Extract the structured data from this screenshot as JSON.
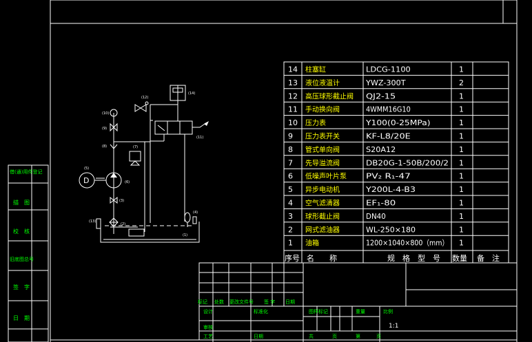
{
  "parts_table": {
    "rows": [
      {
        "no": "14",
        "name": "柱塞缸",
        "spec": "LDCG-1100",
        "qty": "1"
      },
      {
        "no": "13",
        "name": "液位液温计",
        "spec": "YWZ-300T",
        "qty": "2"
      },
      {
        "no": "12",
        "name": "高压球形截止阀",
        "spec": "QJ2-15",
        "qty": "1"
      },
      {
        "no": "11",
        "name": "手动换向阀",
        "spec": "4WMM16G10",
        "qty": "1"
      },
      {
        "no": "10",
        "name": "压力表",
        "spec": "Y100(0-25MPa)",
        "qty": "1"
      },
      {
        "no": "9",
        "name": "压力表开关",
        "spec": "KF-L8/20E",
        "qty": "1"
      },
      {
        "no": "8",
        "name": "管式单向阀",
        "spec": "S20A12",
        "qty": "1"
      },
      {
        "no": "7",
        "name": "先导溢流阀",
        "spec": "DB20G-1-50B/200/2",
        "qty": "1"
      },
      {
        "no": "6",
        "name": "低噪声叶片泵",
        "spec": "PV₂ R₁-47",
        "qty": "1"
      },
      {
        "no": "5",
        "name": "异步电动机",
        "spec": "Y200L-4-B3",
        "qty": "1"
      },
      {
        "no": "4",
        "name": "空气滤清器",
        "spec": "EF₁-80",
        "qty": "1"
      },
      {
        "no": "3",
        "name": "球形截止阀",
        "spec": "DN40",
        "qty": "1"
      },
      {
        "no": "2",
        "name": "网式滤油器",
        "spec": "WL-250×180",
        "qty": "1"
      },
      {
        "no": "1",
        "name": "油箱",
        "spec": "1200×1040×800（mm）",
        "qty": "1"
      }
    ],
    "headers": {
      "no": "序号",
      "name": "名　　称",
      "spec": "规　格　型　号",
      "qty": "数量",
      "note": "备　注"
    }
  },
  "left_strip": [
    "借(通)用件登记",
    "描　图",
    "校　核",
    "旧底图总号",
    "签　字",
    "日　期"
  ],
  "title_block": {
    "sign_row": [
      "标记",
      "处数",
      "更改文件号",
      "签 字",
      "日期"
    ],
    "labels": [
      "设计",
      "标准化",
      "图样标记",
      "重量",
      "比例",
      "审核",
      "工艺",
      "日期",
      "共",
      "页",
      "第",
      "页"
    ],
    "scale": "1:1"
  },
  "diagram_labels": {
    "tag_14": "(14)",
    "tag_13": "(13)",
    "tag_12": "(12)",
    "tag_11": "(11)",
    "tag_10": "(10)",
    "tag_9": "(9)",
    "tag_8": "(8)",
    "tag_7": "(7)",
    "tag_6": "(6)",
    "tag_5": "(5)",
    "tag_4": "(4)",
    "tag_3": "(3)",
    "tag_2": "(2)",
    "tag_1": "(1)",
    "motor": "D"
  }
}
